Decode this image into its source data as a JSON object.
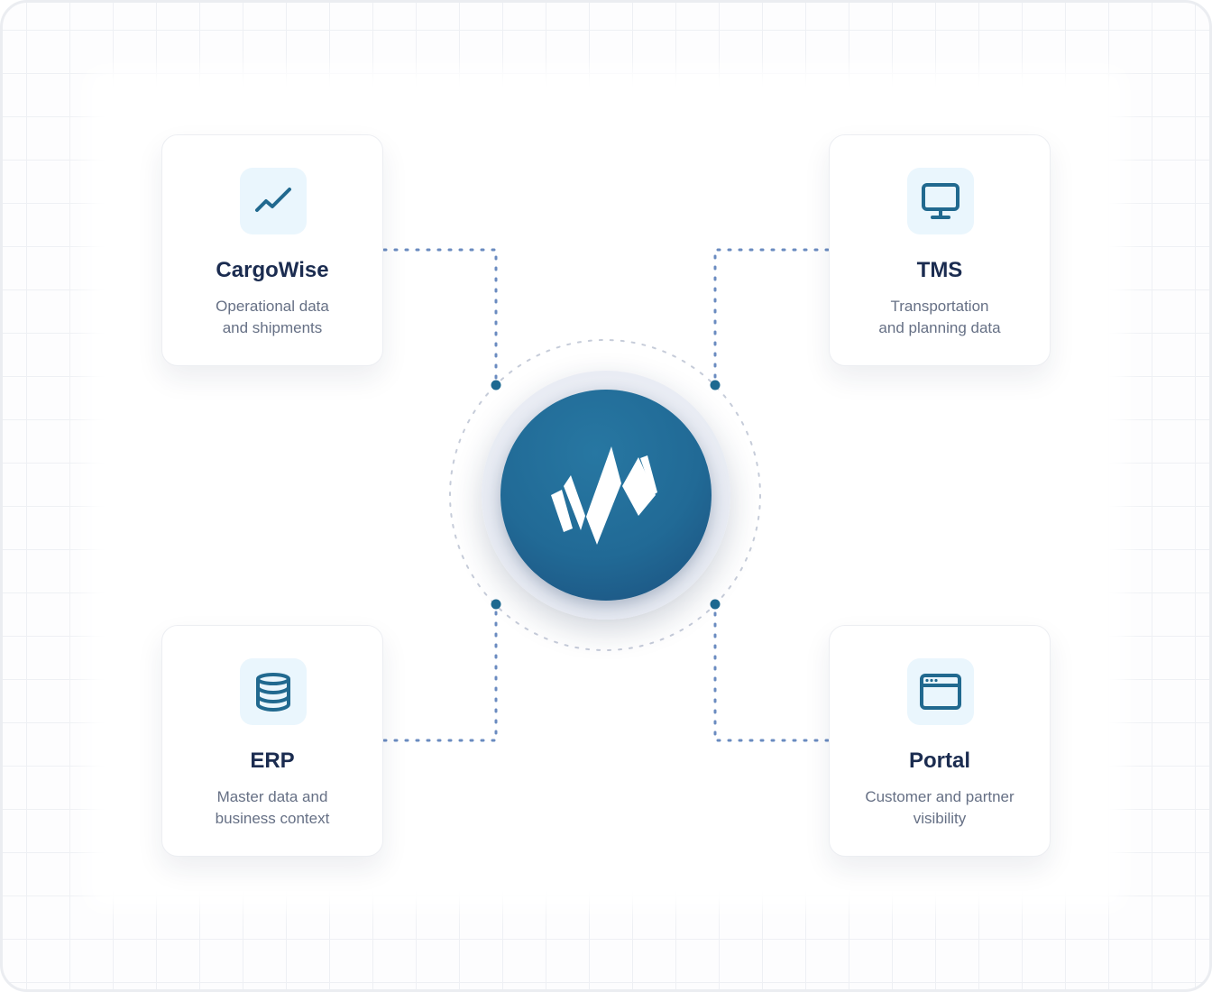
{
  "colors": {
    "accent": "#21698f",
    "icon_tile_bg": "#eaf6fd",
    "title": "#1b2c50",
    "description": "#667085",
    "connector": "#6a8bc0",
    "connector_dot": "#1d6a91"
  },
  "hub": {
    "logo_icon": "brand-logo-icon"
  },
  "cards": [
    {
      "title": "CargoWise",
      "description_line1": "Operational data",
      "description_line2": "and shipments",
      "icon": "trend-chart-icon"
    },
    {
      "title": "TMS",
      "description_line1": "Transportation",
      "description_line2": "and planning data",
      "icon": "monitor-icon"
    },
    {
      "title": "ERP",
      "description_line1": "Master data and",
      "description_line2": "business context",
      "icon": "database-icon"
    },
    {
      "title": "Portal",
      "description_line1": "Customer and partner",
      "description_line2": "visibility",
      "icon": "browser-window-icon"
    }
  ]
}
